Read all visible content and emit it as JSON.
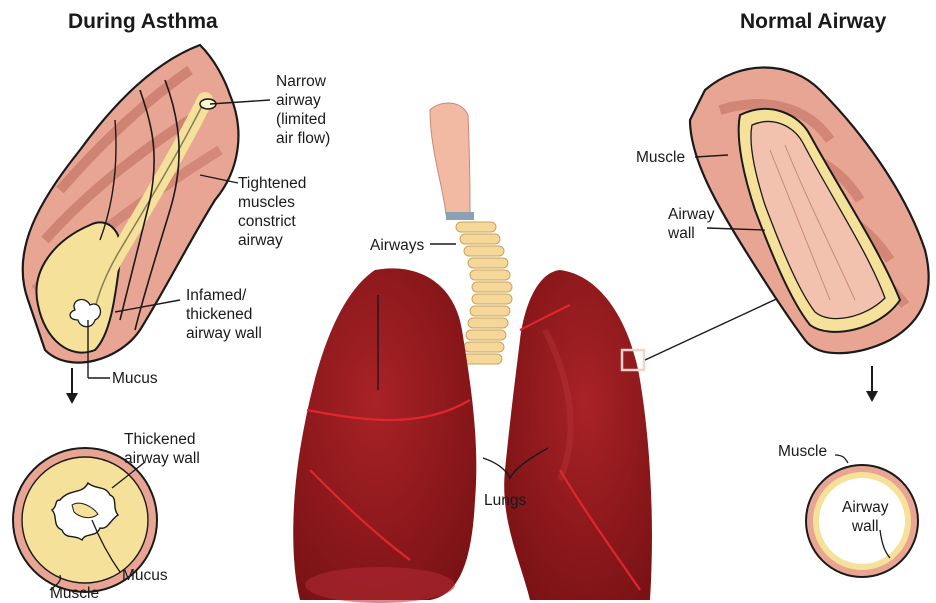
{
  "titles": {
    "left": "During Asthma",
    "right": "Normal Airway"
  },
  "labels": {
    "narrow_airway": "Narrow\nairway\n(limited\nair flow)",
    "tightened_muscles": "Tightened\nmuscles\nconstrict\nairway",
    "inflamed_wall": "Infamed/\nthickened\nairway wall",
    "mucus_top": "Mucus",
    "thickened_wall": "Thickened\nairway wall",
    "mucus_bottom": "Mucus",
    "muscle_bottom_left": "Muscle",
    "airways": "Airways",
    "lungs": "Lungs",
    "muscle_right": "Muscle",
    "airway_wall_right": "Airway\nwall",
    "muscle_bottom_right": "Muscle",
    "airway_wall_circle": "Airway\nwall"
  },
  "colors": {
    "lung": "#9b1c1f",
    "lung_dark": "#7d1417",
    "lung_line": "#e0262c",
    "muscle": "#e9a593",
    "muscle_dark": "#b9675a",
    "wall": "#f5e19a",
    "lumen": "#f2c2ae",
    "trachea": "#f6d79a",
    "outline": "#1a1a1a"
  }
}
